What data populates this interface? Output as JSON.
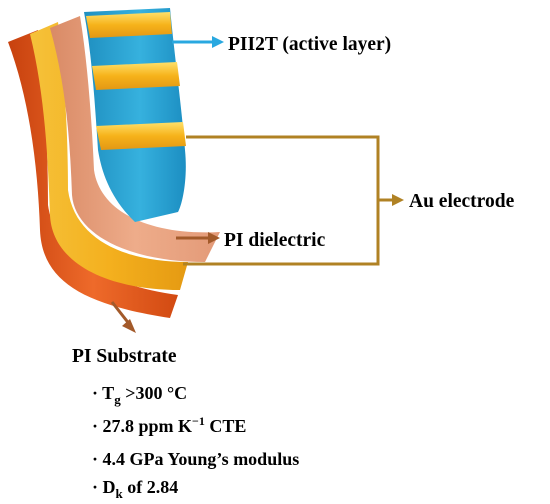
{
  "colors": {
    "substrate": "#e0571a",
    "gold": "#f1ad1c",
    "dielectric": "#e8a07c",
    "active_layer": "#2aa3d2",
    "arrow_blue": "#29a8e0",
    "arrow_brown": "#a35a2a",
    "arrow_gold": "#b08224"
  },
  "labels": {
    "active_layer": "PII2T (active layer)",
    "electrode": "Au electrode",
    "dielectric": "PI dielectric",
    "substrate": "PI Substrate"
  },
  "properties": {
    "tg_prefix": "· T",
    "tg_sub": "g",
    "tg_suffix": " >300 °C",
    "cte_prefix": "· 27.8 ppm K",
    "cte_sup": "−1",
    "cte_suffix": " CTE",
    "modulus": "· 4.4 GPa Young’s modulus",
    "dk_prefix": "· D",
    "dk_sub": "k",
    "dk_suffix": " of 2.84"
  }
}
